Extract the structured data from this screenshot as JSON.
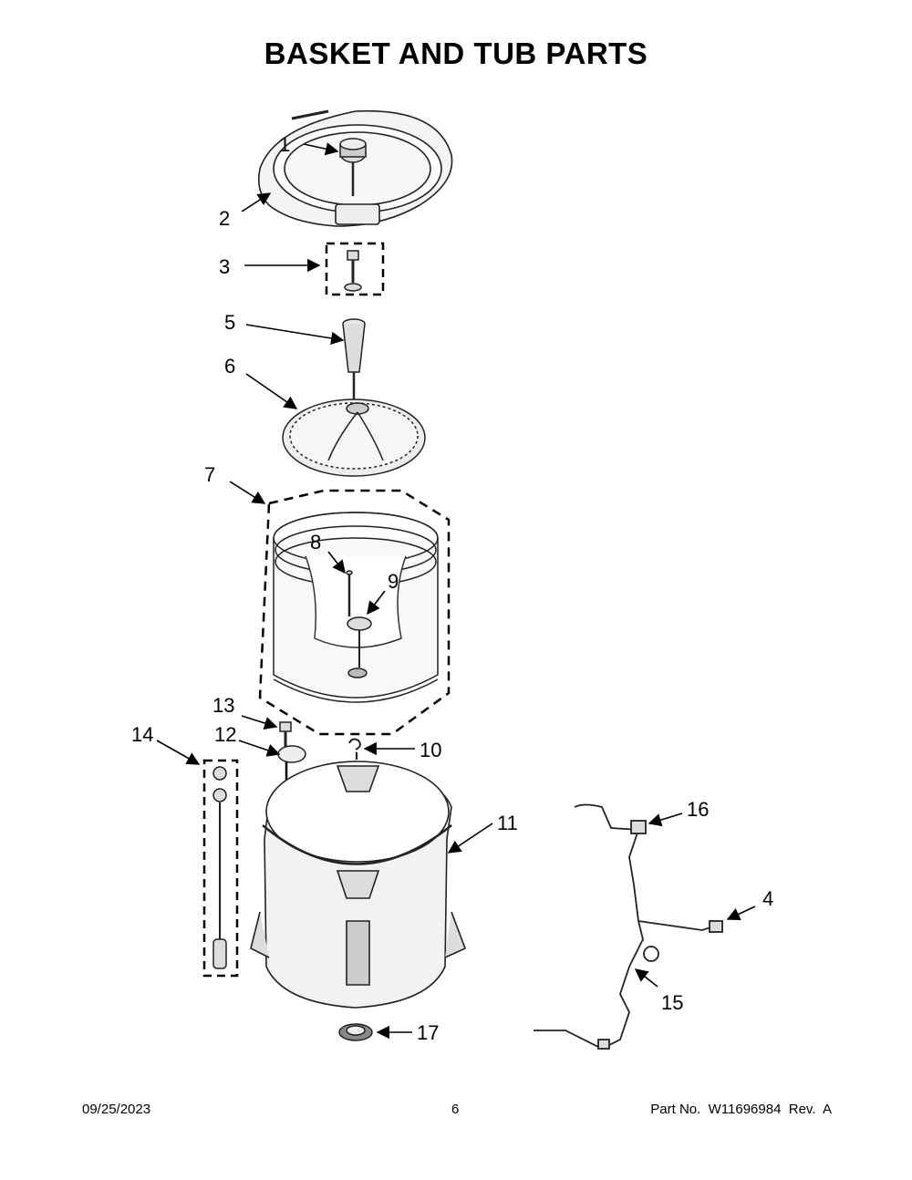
{
  "title": "BASKET AND TUB PARTS",
  "callouts": [
    "1",
    "2",
    "3",
    "4",
    "5",
    "6",
    "7",
    "8",
    "9",
    "10",
    "11",
    "12",
    "13",
    "14",
    "15",
    "16",
    "17"
  ],
  "footer": {
    "date": "09/25/2023",
    "page": "6",
    "part": "Part No.  W11696984  Rev.  A"
  }
}
